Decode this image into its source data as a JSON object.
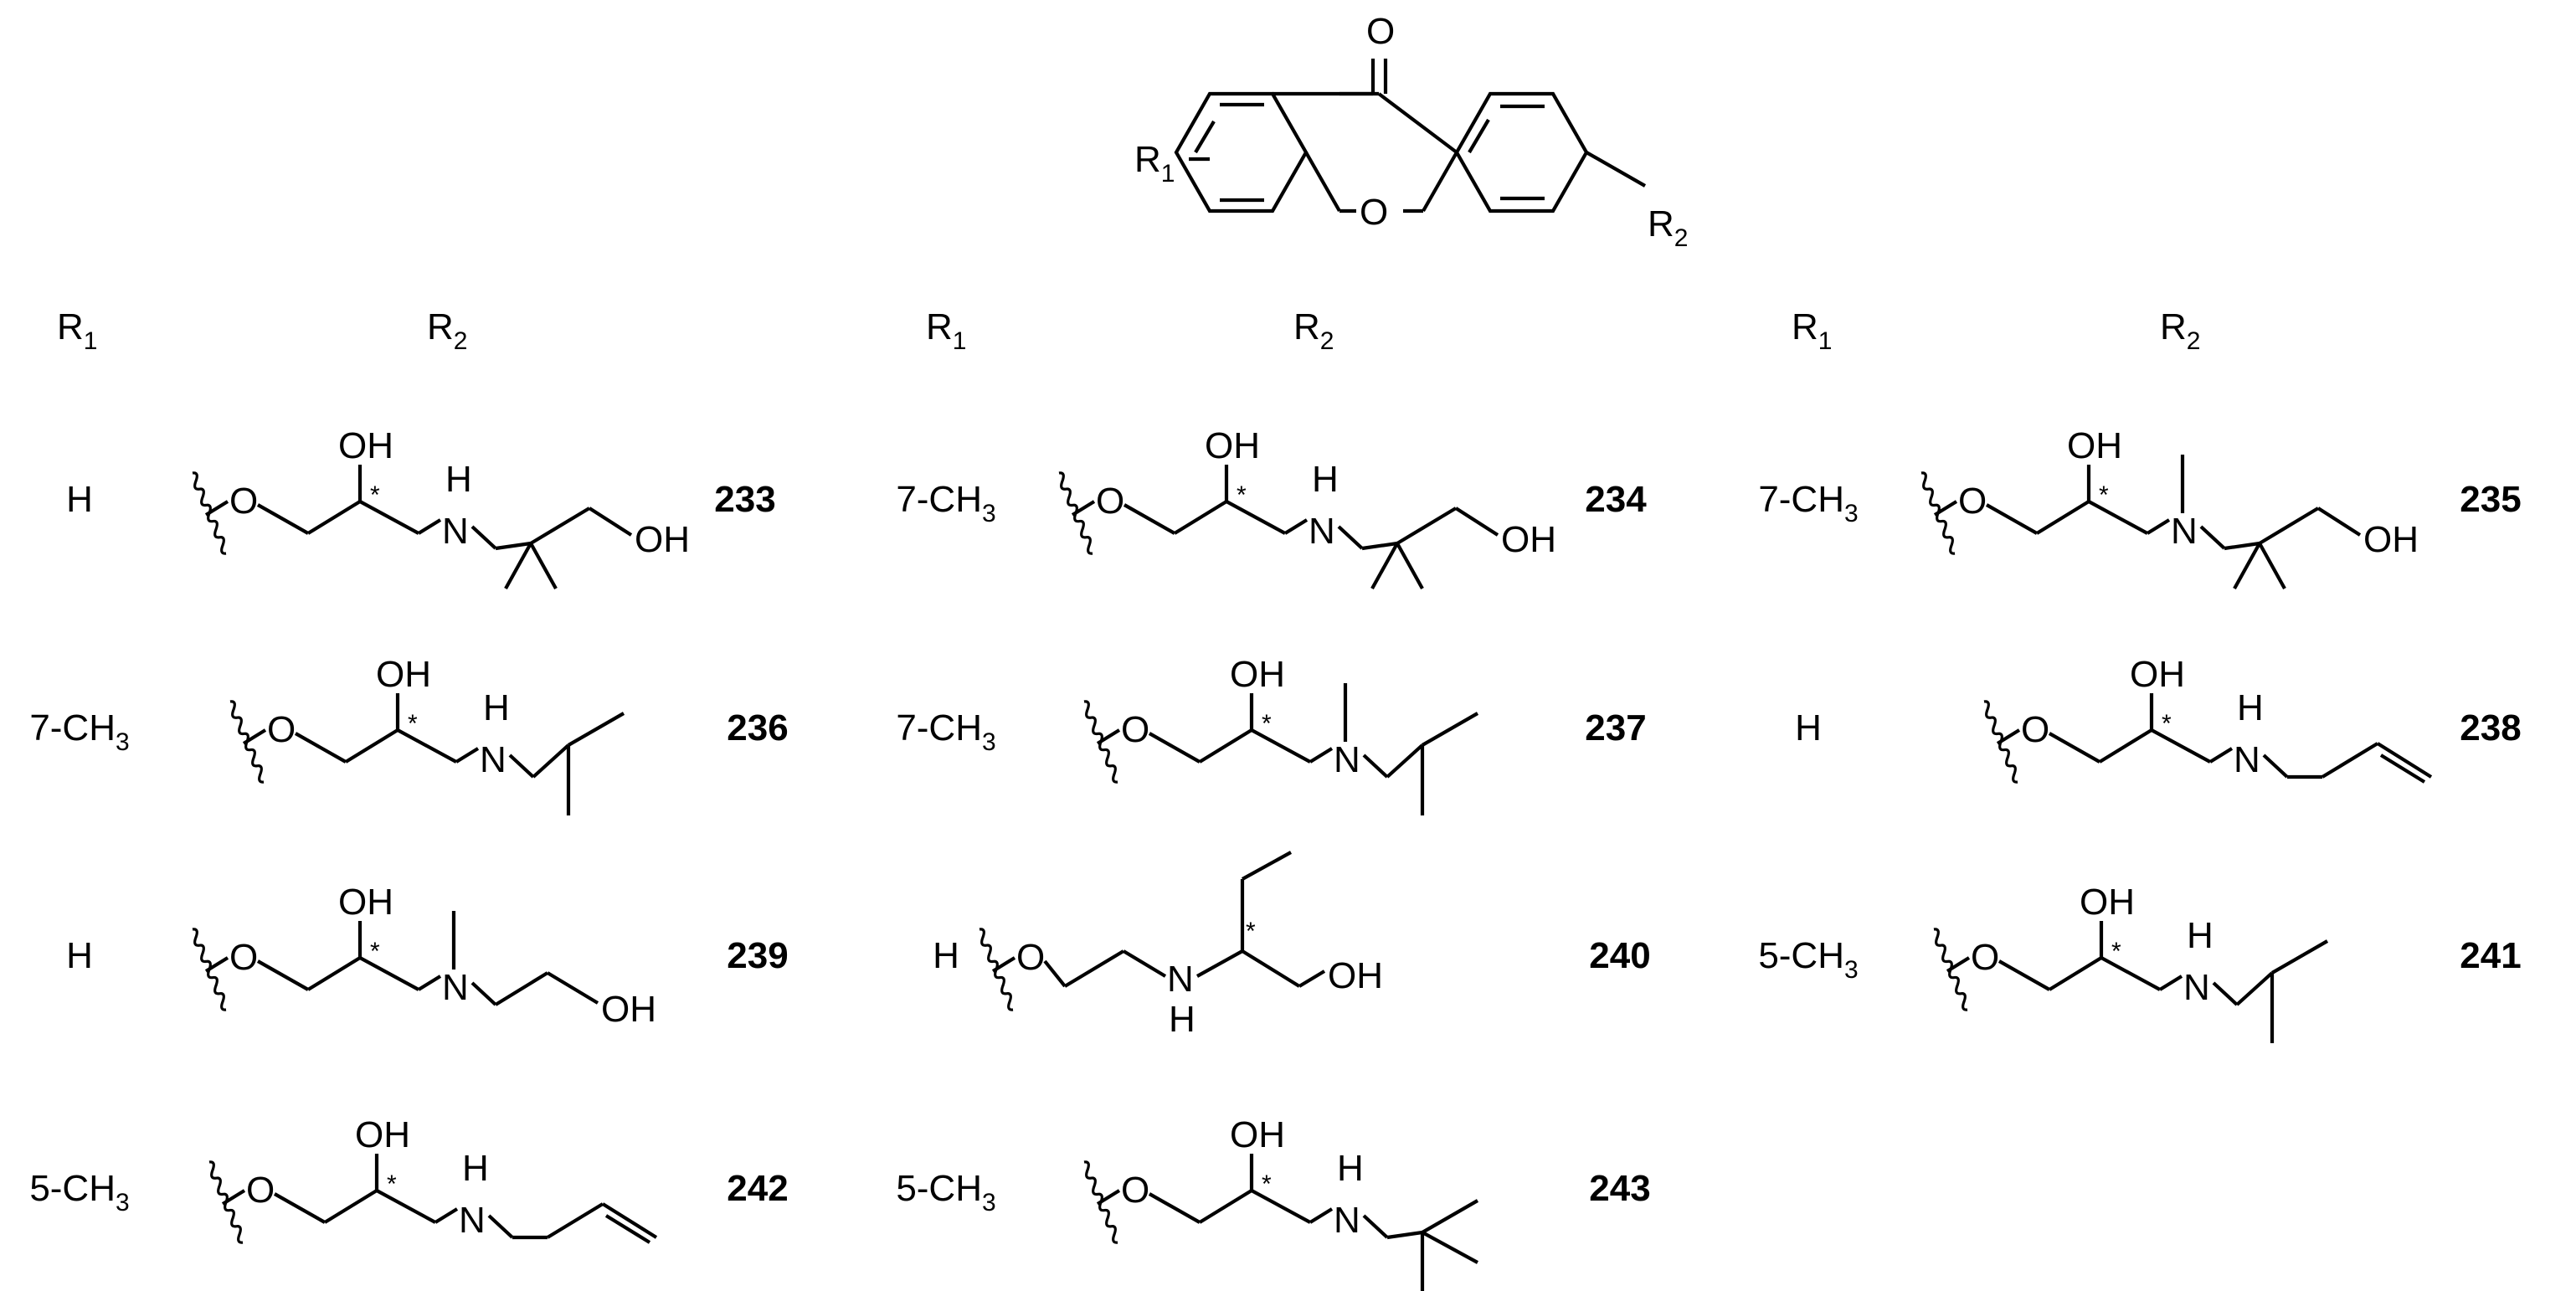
{
  "core": {
    "carbonyl_O": "O",
    "ring_O": "O",
    "r1_label": "R",
    "r1_sub": "1",
    "r2_label": "R",
    "r2_sub": "2"
  },
  "columns": [
    {
      "r1_label": "R",
      "r1_sub": "1",
      "r2_label": "R",
      "r2_sub": "2"
    },
    {
      "r1_label": "R",
      "r1_sub": "1",
      "r2_label": "R",
      "r2_sub": "2"
    },
    {
      "r1_label": "R",
      "r1_sub": "1",
      "r2_label": "R",
      "r2_sub": "2"
    }
  ],
  "compounds": [
    {
      "number": "233",
      "r1": "H",
      "r1_sub": "",
      "r2_type": "amino_diol_NH",
      "texts": {
        "OH": "OH",
        "star": "*",
        "N": "N",
        "H": "H",
        "O": "O",
        "OH2": "OH"
      }
    },
    {
      "number": "234",
      "r1": "7-CH",
      "r1_sub": "3",
      "r2_type": "amino_diol_NH",
      "texts": {
        "OH": "OH",
        "star": "*",
        "N": "N",
        "H": "H",
        "O": "O",
        "OH2": "OH"
      }
    },
    {
      "number": "235",
      "r1": "7-CH",
      "r1_sub": "3",
      "r2_type": "amino_diol_NMe",
      "texts": {
        "OH": "OH",
        "star": "*",
        "N": "N",
        "O": "O",
        "OH2": "OH"
      }
    },
    {
      "number": "236",
      "r1": "7-CH",
      "r1_sub": "3",
      "r2_type": "isopropyl_NH",
      "texts": {
        "OH": "OH",
        "star": "*",
        "N": "N",
        "H": "H",
        "O": "O"
      }
    },
    {
      "number": "237",
      "r1": "7-CH",
      "r1_sub": "3",
      "r2_type": "isopropyl_NMe",
      "texts": {
        "OH": "OH",
        "star": "*",
        "N": "N",
        "O": "O"
      }
    },
    {
      "number": "238",
      "r1": "H",
      "r1_sub": "",
      "r2_type": "allyl_NH",
      "texts": {
        "OH": "OH",
        "star": "*",
        "N": "N",
        "H": "H",
        "O": "O"
      }
    },
    {
      "number": "239",
      "r1": "H",
      "r1_sub": "",
      "r2_type": "ethanol_NMe",
      "texts": {
        "OH": "OH",
        "star": "*",
        "N": "N",
        "O": "O",
        "OH2": "OH"
      }
    },
    {
      "number": "240",
      "r1": "H",
      "r1_sub": "",
      "r2_type": "aminobutanol",
      "texts": {
        "star": "*",
        "N": "N",
        "H": "H",
        "O": "O",
        "OH2": "OH"
      }
    },
    {
      "number": "241",
      "r1": "5-CH",
      "r1_sub": "3",
      "r2_type": "isopropyl_NH",
      "texts": {
        "OH": "OH",
        "star": "*",
        "N": "N",
        "H": "H",
        "O": "O"
      }
    },
    {
      "number": "242",
      "r1": "5-CH",
      "r1_sub": "3",
      "r2_type": "allyl_NH",
      "texts": {
        "OH": "OH",
        "star": "*",
        "N": "N",
        "H": "H",
        "O": "O"
      }
    },
    {
      "number": "243",
      "r1": "5-CH",
      "r1_sub": "3",
      "r2_type": "tbutyl_NH",
      "texts": {
        "OH": "OH",
        "star": "*",
        "N": "N",
        "H": "H",
        "O": "O"
      }
    }
  ]
}
